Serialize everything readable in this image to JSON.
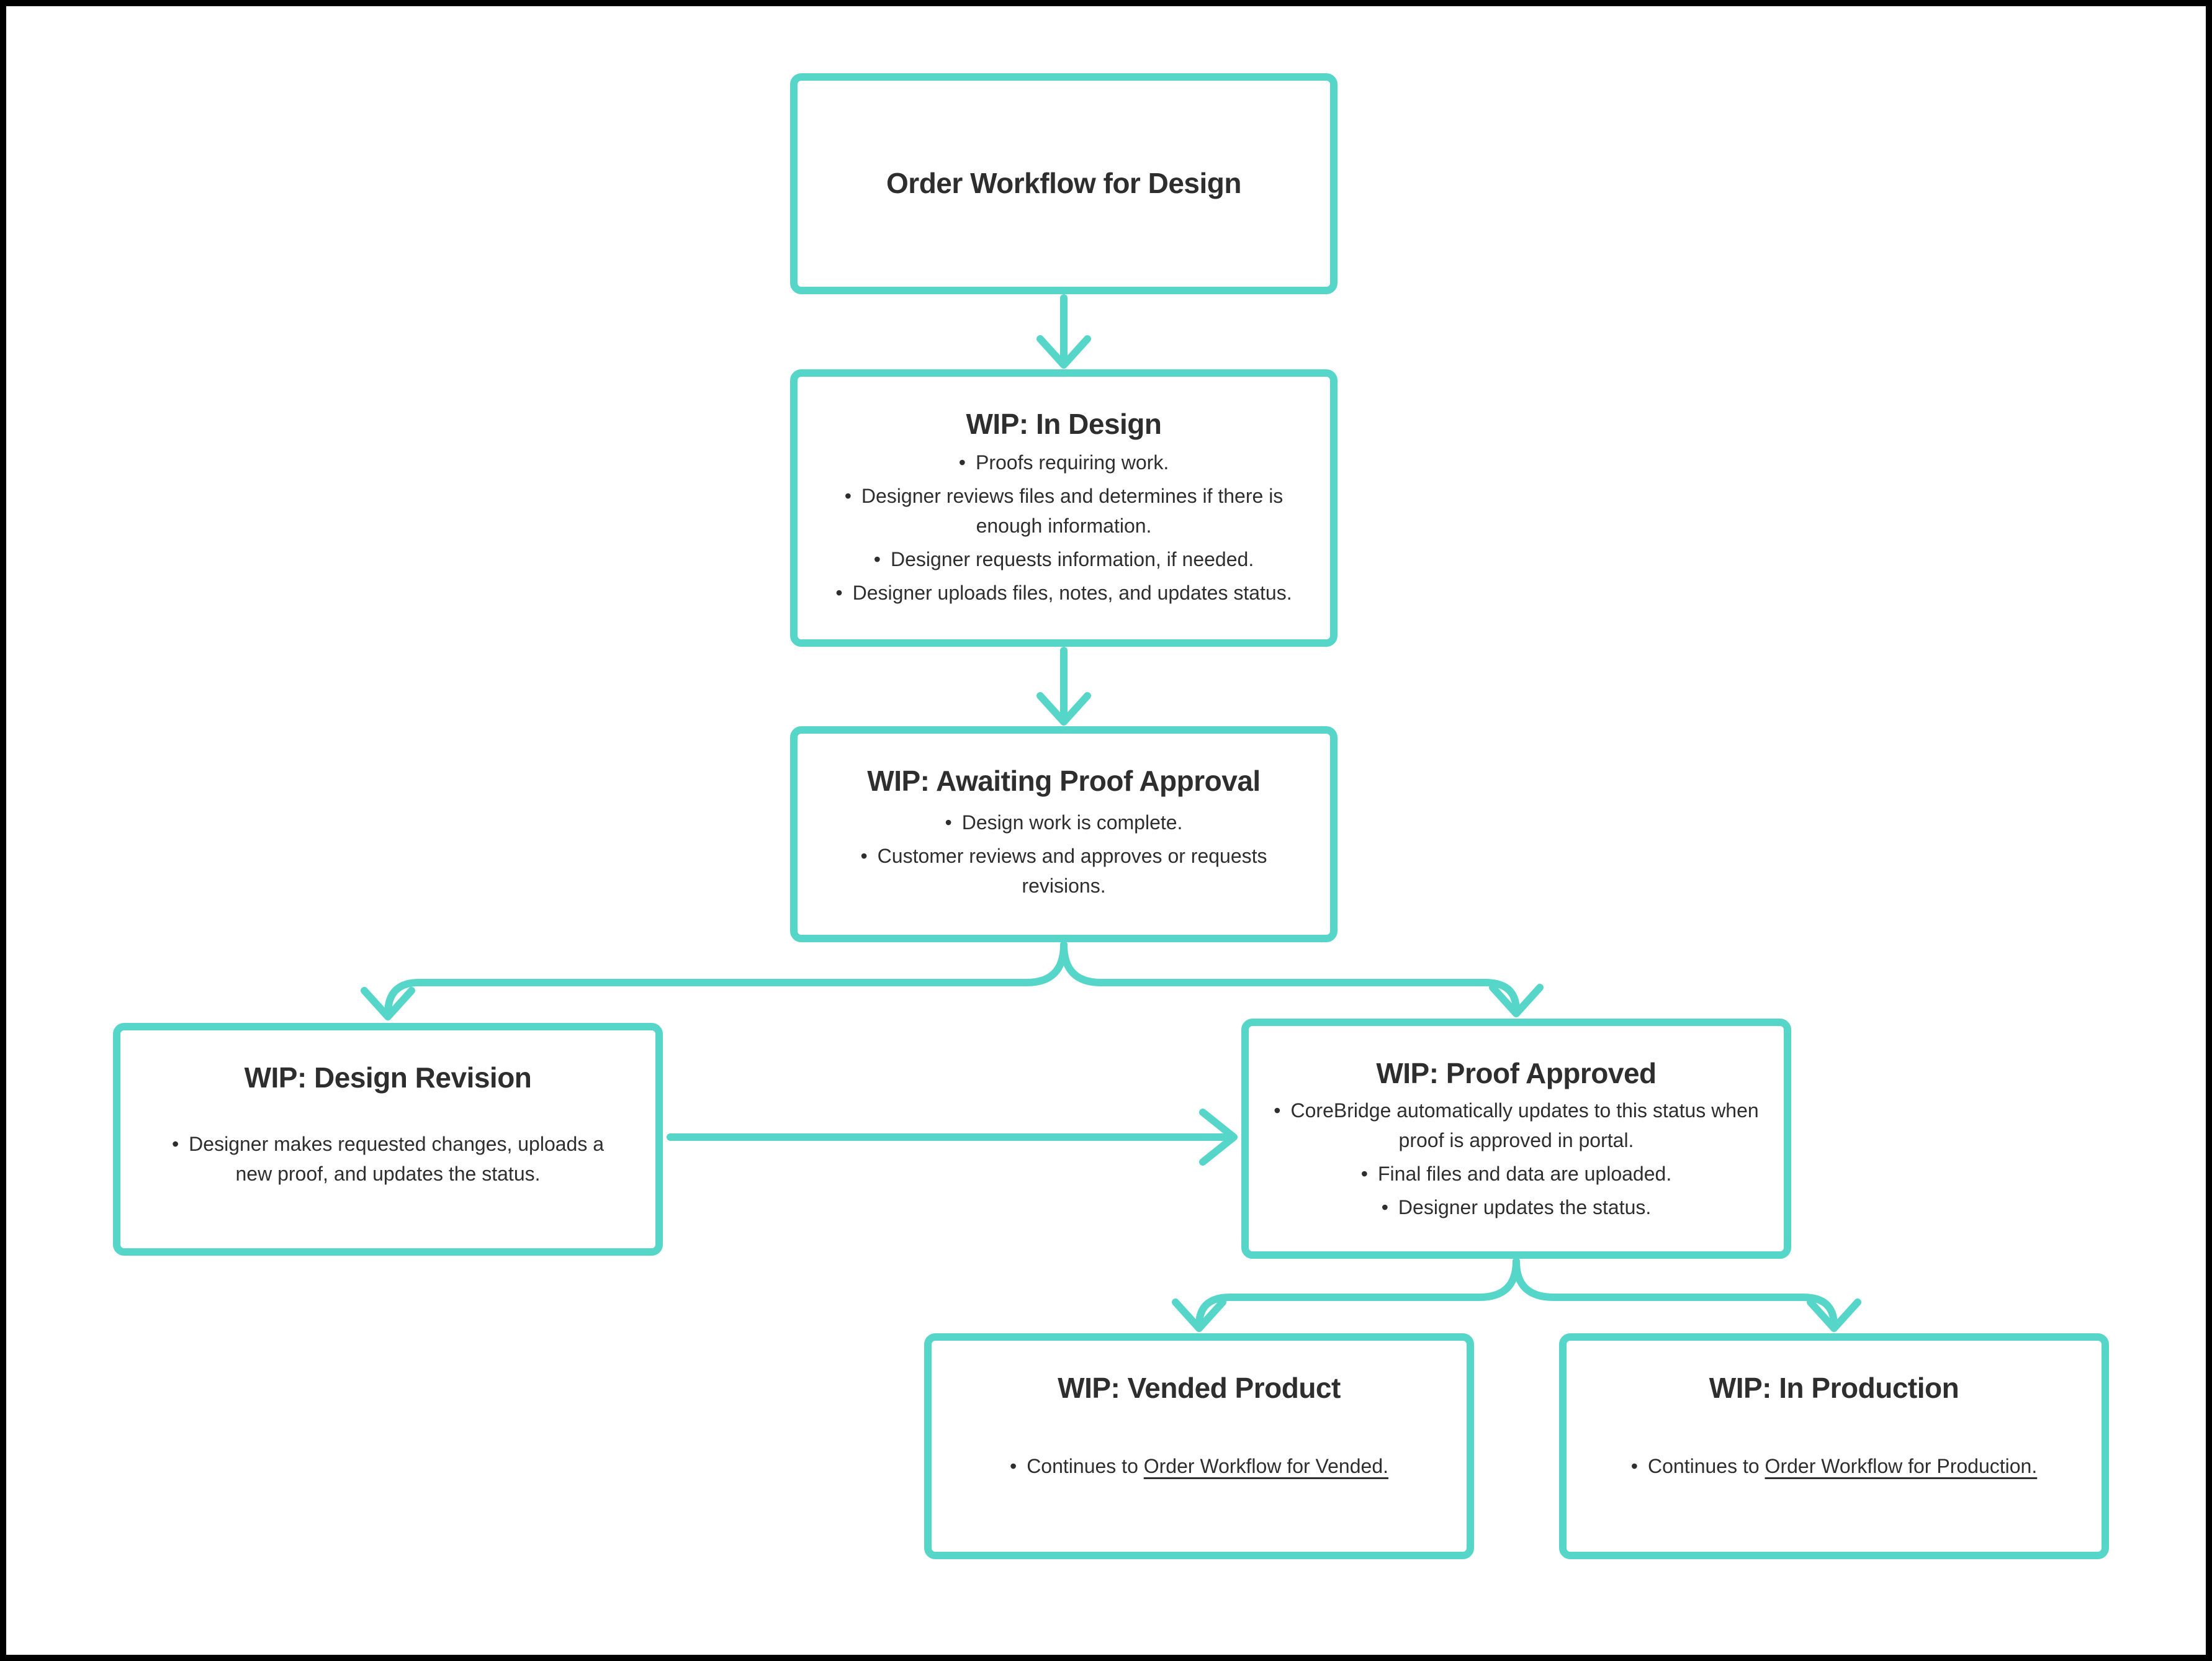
{
  "diagram": {
    "colors": {
      "accent": "#56d6c8",
      "text": "#2e2e2e",
      "frame": "#000000",
      "background": "#ffffff"
    },
    "nodes": {
      "title": {
        "heading": "Order Workflow for Design"
      },
      "in_design": {
        "heading": "WIP: In Design",
        "bullets": [
          "Proofs requiring work.",
          "Designer reviews files and determines if there is enough information.",
          "Designer requests information, if needed.",
          "Designer uploads files, notes, and updates status."
        ]
      },
      "awaiting": {
        "heading": "WIP: Awaiting Proof Approval",
        "bullets": [
          "Design work is complete.",
          "Customer reviews and approves or requests revisions."
        ]
      },
      "revision": {
        "heading": "WIP: Design Revision",
        "bullets": [
          "Designer makes requested changes, uploads a new proof, and updates the status."
        ]
      },
      "approved": {
        "heading": "WIP: Proof Approved",
        "bullets": [
          "CoreBridge automatically updates to this status when proof is approved in portal.",
          "Final files and data are uploaded.",
          "Designer updates the status."
        ]
      },
      "vended": {
        "heading": "WIP: Vended Product",
        "bullet_prefix": "Continues to ",
        "link_text": "Order Workflow for Vended."
      },
      "production": {
        "heading": "WIP: In Production",
        "bullet_prefix": "Continues to ",
        "link_text": "Order Workflow for Production."
      }
    }
  }
}
